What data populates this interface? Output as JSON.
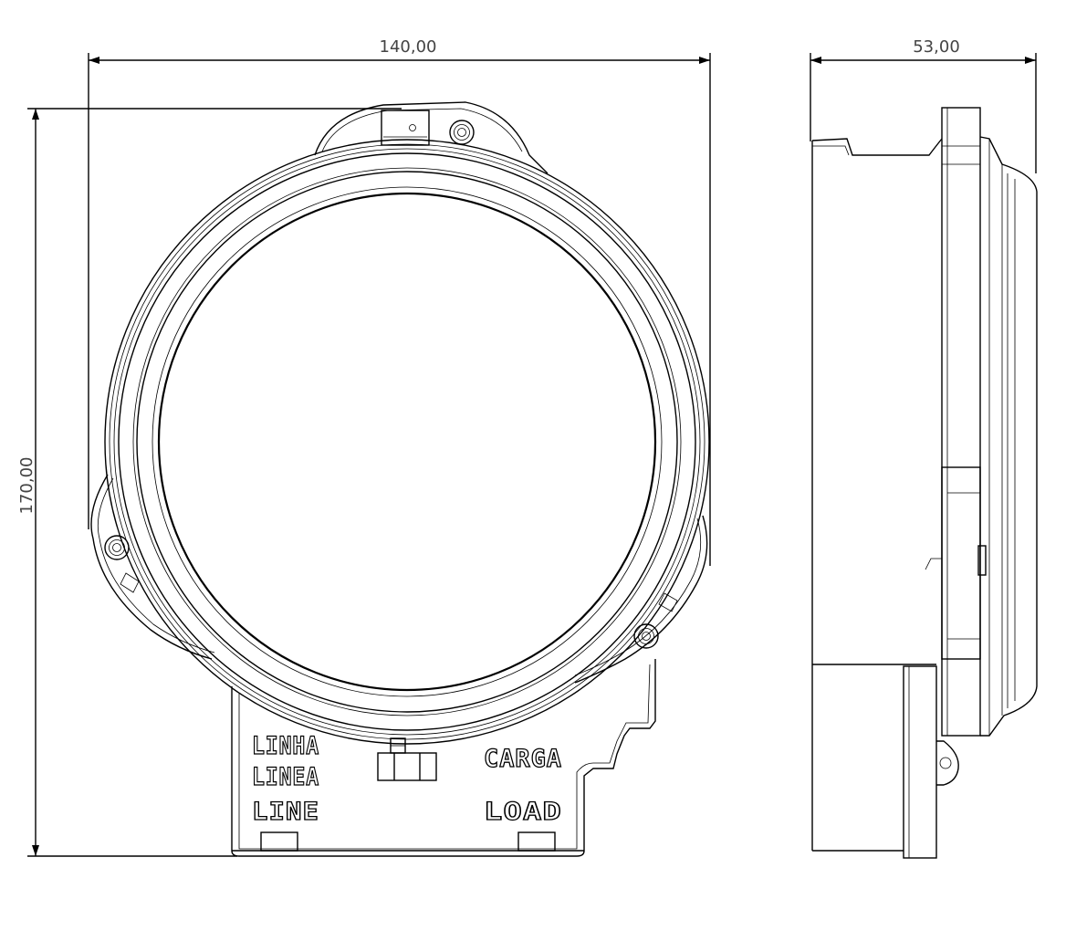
{
  "dimensions": {
    "front_width": "140,00",
    "front_height": "170,00",
    "side_depth": "53,00"
  },
  "terminal_labels": {
    "line_pt": "LINHA",
    "line_es": "LINEA",
    "line_en": "LINE",
    "load_pt": "CARGA",
    "load_en": "LOAD"
  },
  "colors": {
    "line": "#000000",
    "dimension_text": "#444444",
    "background": "#ffffff"
  }
}
